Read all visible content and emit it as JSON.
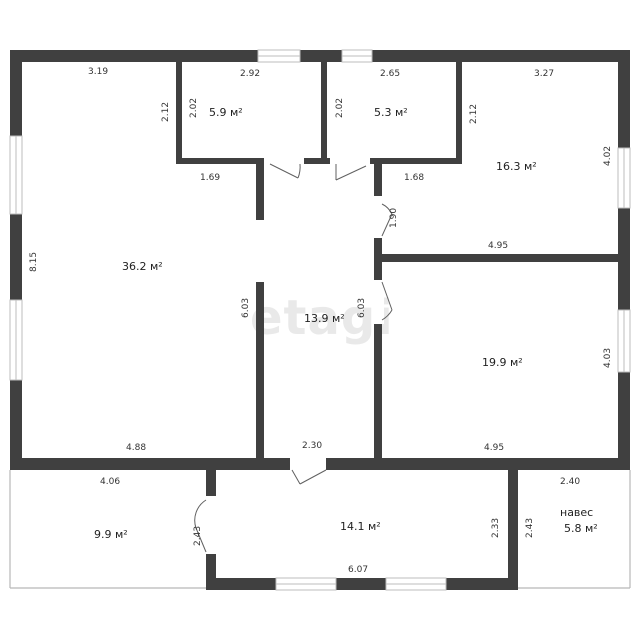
{
  "watermark": "etagi",
  "rooms": {
    "living": "36.2 м²",
    "bath_a": "5.9 м²",
    "bath_b": "5.3 м²",
    "bedroom_ne": "16.3 м²",
    "hall": "13.9 м²",
    "bedroom_e": "19.9 м²",
    "terrace_w": "9.9 м²",
    "entry": "14.1 м²",
    "canopy_name": "навес",
    "canopy": "5.8 м²"
  },
  "dims": {
    "living_top": "3.19",
    "living_side": "8.15",
    "living_bottom": "4.88",
    "living_inner": "2.12",
    "bath_a_top": "2.92",
    "bath_a_side": "2.02",
    "bath_a_bottom": "1.69",
    "bath_b_top": "2.65",
    "bath_b_side": "2.02",
    "bedroom_ne_top": "3.27",
    "bedroom_ne_left": "2.12",
    "bedroom_ne_bottomleft": "1.68",
    "bedroom_ne_right": "4.02",
    "bedroom_ne_bottom": "4.95",
    "bedroom_ne_door": "1.90",
    "hall_left": "6.03",
    "hall_right": "6.03",
    "hall_bottom": "2.30",
    "bedroom_e_right": "4.03",
    "bedroom_e_bottom": "4.95",
    "terrace_w_top": "4.06",
    "terrace_w_side": "2.43",
    "entry_right": "2.33",
    "entry_bottom": "6.07",
    "canopy_top": "2.40",
    "canopy_side": "2.43"
  }
}
